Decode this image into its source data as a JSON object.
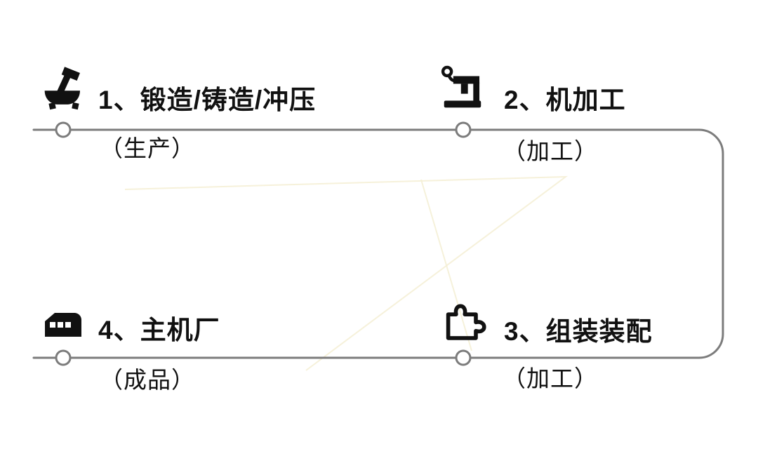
{
  "diagram": {
    "steps": [
      {
        "label": "1、锻造/铸造/冲压",
        "sublabel": "（生产）",
        "icon": "forging-casting-icon"
      },
      {
        "label": "2、机加工",
        "sublabel": "（加工）",
        "icon": "machining-icon"
      },
      {
        "label": "3、组装装配",
        "sublabel": "（加工）",
        "icon": "assembly-puzzle-icon"
      },
      {
        "label": "4、主机厂",
        "sublabel": "（成品）",
        "icon": "oem-truck-icon"
      }
    ],
    "colors": {
      "line": "#7c7c7c",
      "node_fill": "#ffffff",
      "icon": "#111111",
      "text": "#111111",
      "background": "#ffffff",
      "watermark": "#f5f0d6"
    }
  }
}
